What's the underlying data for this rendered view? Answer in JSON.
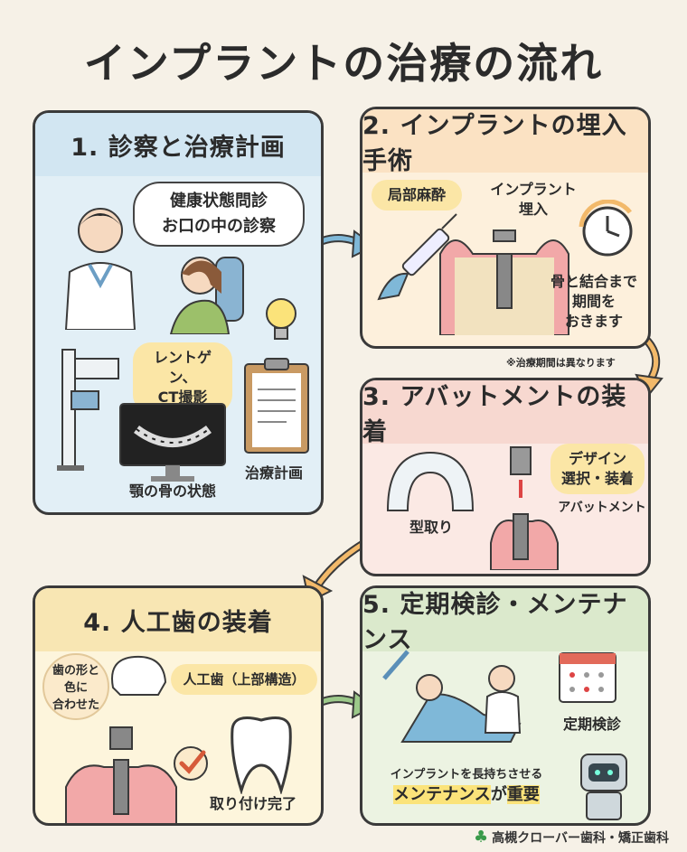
{
  "title": "インプラントの治療の流れ",
  "steps": [
    {
      "heading": "1. 診察と治療計画",
      "bubble_line1": "健康状態問診",
      "bubble_line2": "お口の中の診察",
      "xray_label_line1": "レントゲン、",
      "xray_label_line2": "CT撮影",
      "jaw_label": "顎の骨の状態",
      "plan_label": "治療計画"
    },
    {
      "heading": "2. インプラントの埋入手術",
      "anesthesia_label": "局部麻酔",
      "implant_label_line1": "インプラント",
      "implant_label_line2": "埋入",
      "wait_line1": "骨と結合まで",
      "wait_line2": "期間を",
      "wait_line3": "おきます",
      "note": "※治療期間は異なります"
    },
    {
      "heading": "3. アバットメントの装着",
      "design_line1": "デザイン",
      "design_line2": "選択・装着",
      "impression_label": "型取り",
      "abutment_label": "アバットメント"
    },
    {
      "heading": "4. 人工歯の装着",
      "shape_line1": "歯の形と",
      "shape_line2": "色に",
      "shape_line3": "合わせた",
      "crown_label": "人工歯（上部構造）",
      "done_label": "取り付け完了"
    },
    {
      "heading": "5. 定期検診・メンテナンス",
      "checkup_label": "定期検診",
      "maint_line1": "インプラントを長持ちさせる",
      "maint_line2a": "メンテナンス",
      "maint_line2b": "が",
      "maint_line2c": "重要"
    }
  ],
  "footer": "高槻クローバー歯科・矯正歯科",
  "colors": {
    "card1": "#e2eff6",
    "card2": "#fdf0dc",
    "card3": "#fbe9e4",
    "card4": "#fdf5dc",
    "card5": "#ecf3e2",
    "arrow": "#f2b96a",
    "arrow_blue": "#7fb8d8"
  }
}
